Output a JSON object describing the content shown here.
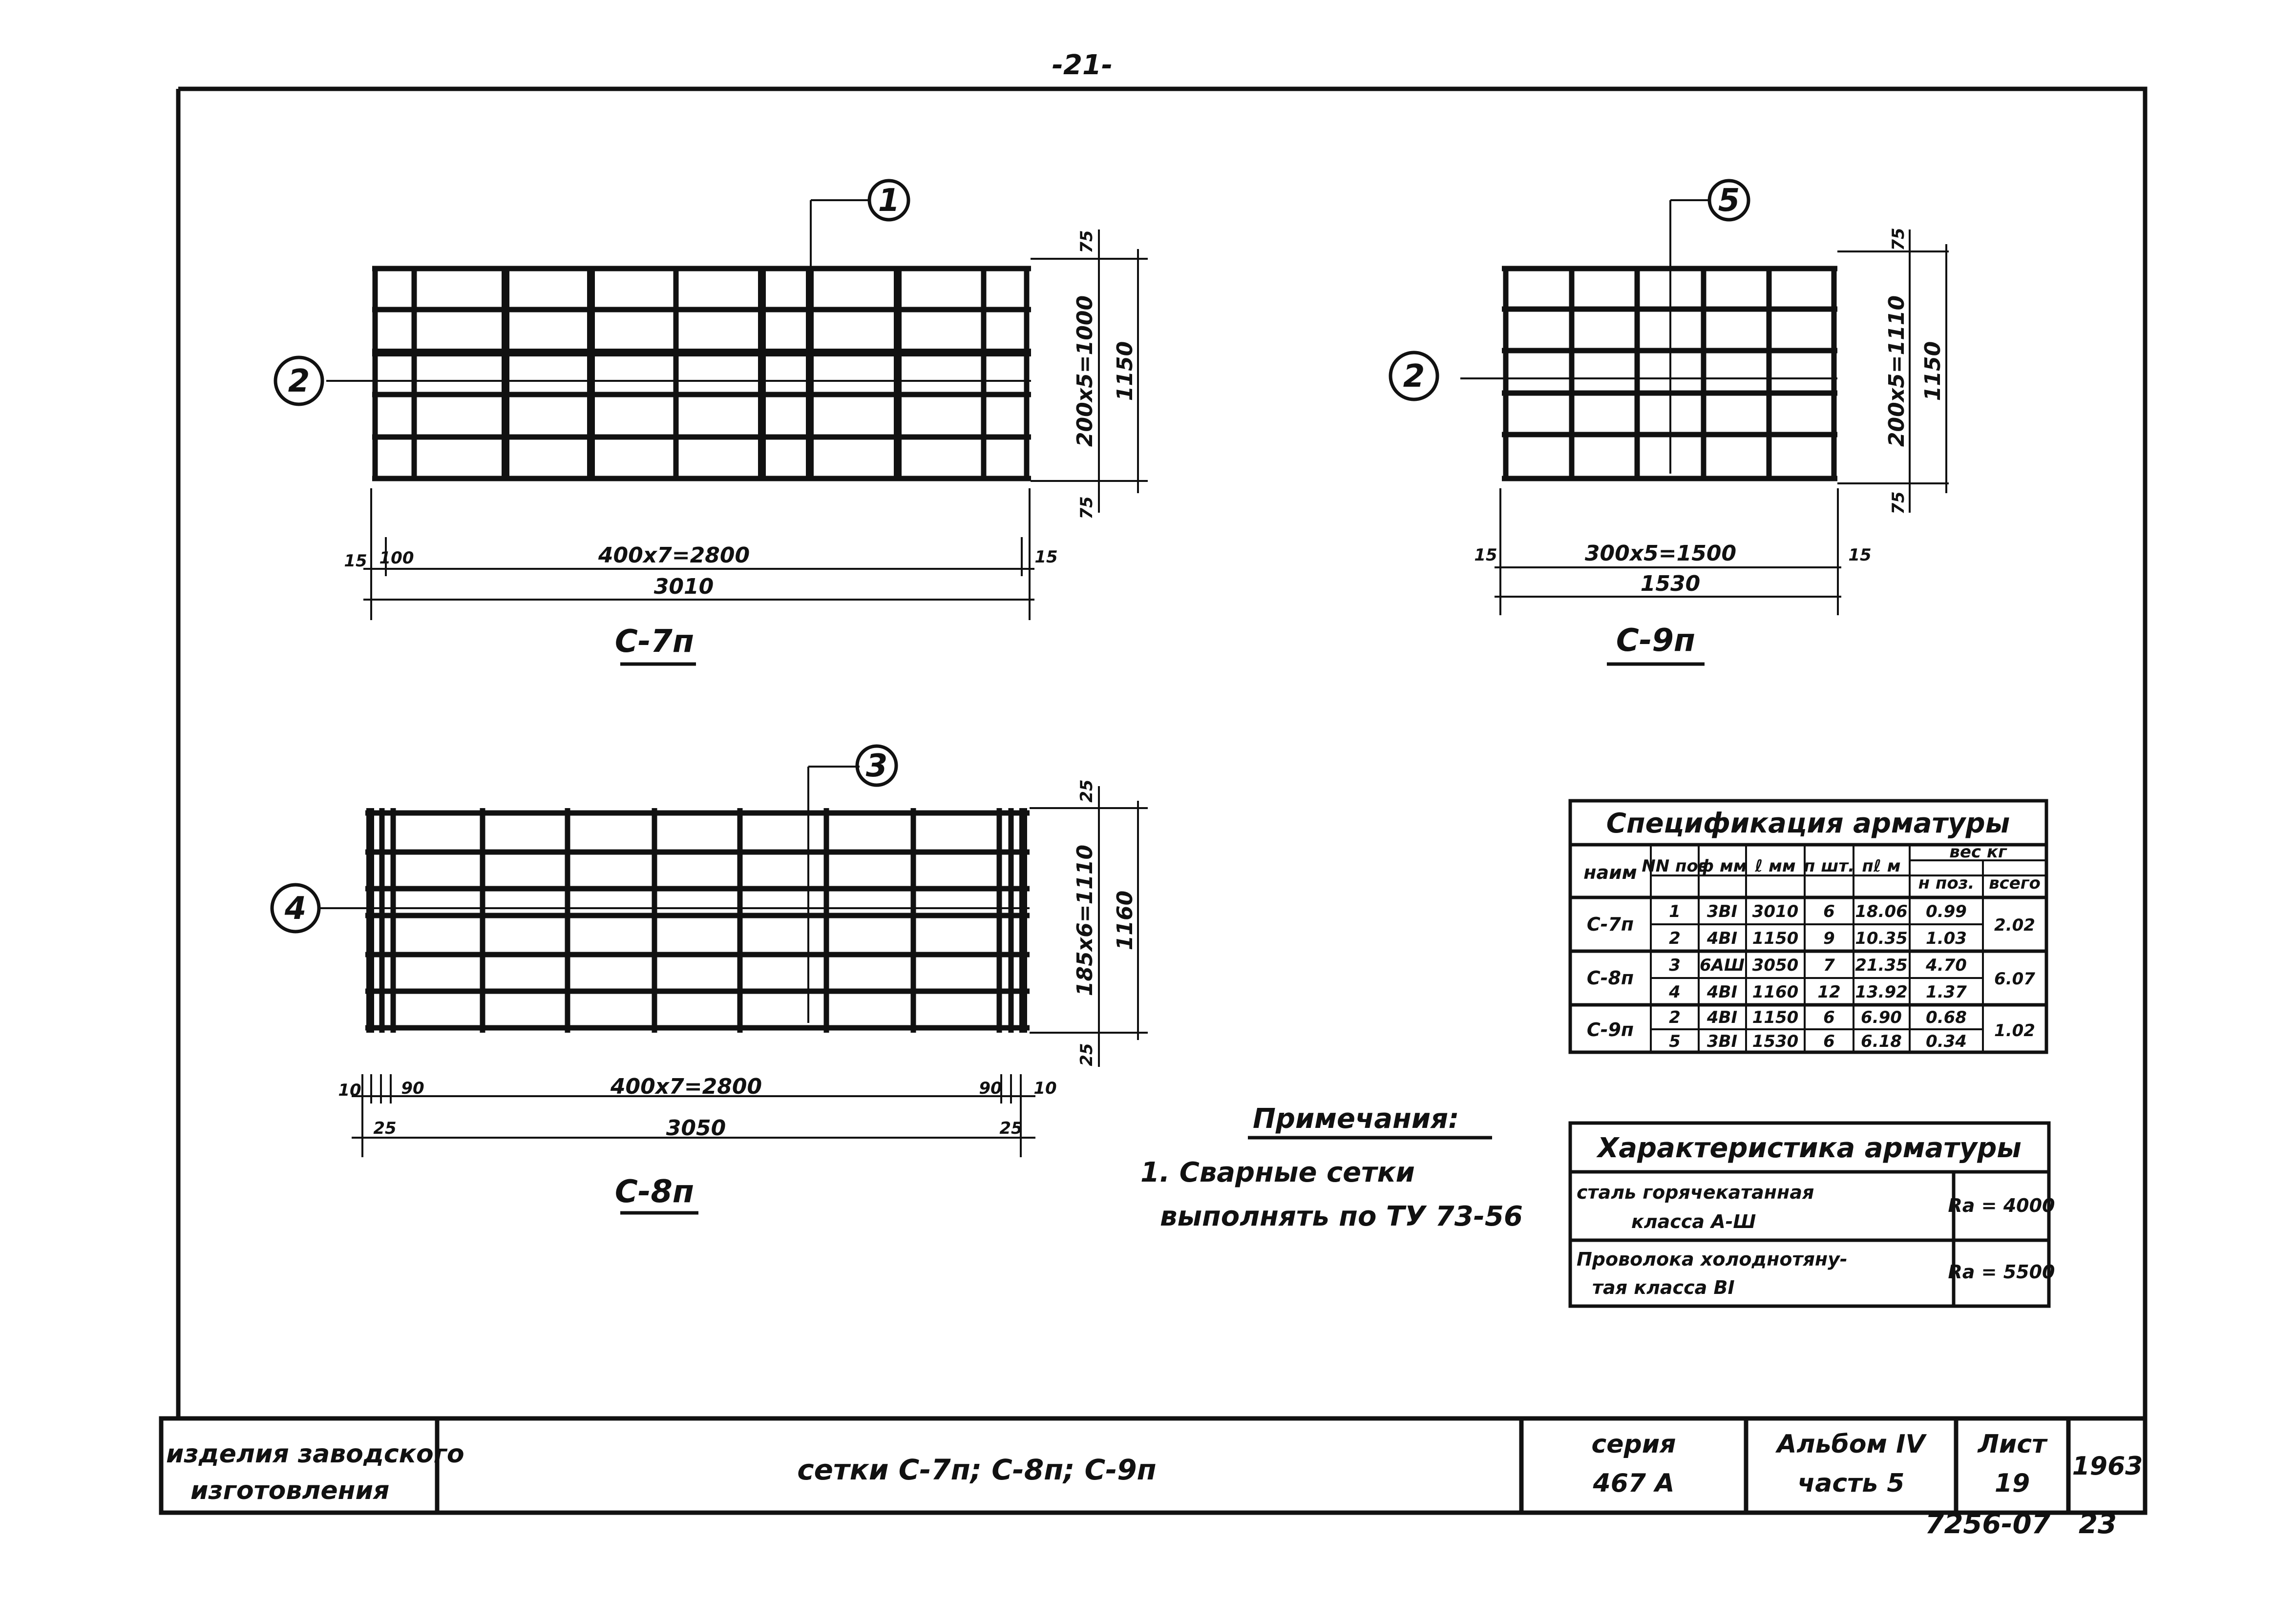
{
  "page": {
    "top_number": "-21-",
    "bottom_right_code": "7256-07",
    "bottom_right_index": "23"
  },
  "mesh_c7": {
    "name": "С-7п",
    "pos_callout_top": "1",
    "pos_callout_left": "2",
    "dim_span": "400х7=2800",
    "dim_total": "3010",
    "dim_left_edge": "15",
    "dim_left_step": "100",
    "dim_right_edge": "15",
    "dim_height_span": "200х5=1000",
    "dim_height_total": "1150",
    "dim_top_edge": "75",
    "dim_bottom_edge": "75"
  },
  "mesh_c9": {
    "name": "С-9п",
    "pos_callout_top": "5",
    "pos_callout_left": "2",
    "dim_span": "300х5=1500",
    "dim_total": "1530",
    "dim_left_edge": "15",
    "dim_right_edge": "15",
    "dim_height_span": "200х5=1110",
    "dim_height_total": "1150",
    "dim_top_edge": "75",
    "dim_bottom_edge": "75"
  },
  "mesh_c8": {
    "name": "С-8п",
    "pos_callout_top": "3",
    "pos_callout_left": "4",
    "dim_span": "400х7=2800",
    "dim_total": "3050",
    "dim_left_edge": "10",
    "dim_left_step": "90",
    "dim_left_first": "25",
    "dim_right_step": "90",
    "dim_right_edge": "10",
    "dim_right_first": "25",
    "dim_height_span": "185х6=1110",
    "dim_height_total": "1160",
    "dim_top_edge": "25",
    "dim_bottom_edge": "25"
  },
  "spec_table": {
    "title": "Спецификация арматуры",
    "headers": {
      "name": "наим",
      "pos": "NN поз",
      "dia": "ф мм",
      "len": "ℓ мм",
      "count": "п шт.",
      "total_len": "пℓ м",
      "weight": "вес кг",
      "weight_pos": "н поз.",
      "weight_total": "всего"
    },
    "groups": [
      {
        "name": "С-7п",
        "total": "2.02",
        "rows": [
          {
            "pos": "1",
            "dia": "3ВI",
            "len": "3010",
            "count": "6",
            "total_len": "18.06",
            "weight": "0.99"
          },
          {
            "pos": "2",
            "dia": "4ВI",
            "len": "1150",
            "count": "9",
            "total_len": "10.35",
            "weight": "1.03"
          }
        ]
      },
      {
        "name": "С-8п",
        "total": "6.07",
        "rows": [
          {
            "pos": "3",
            "dia": "6АШ",
            "len": "3050",
            "count": "7",
            "total_len": "21.35",
            "weight": "4.70"
          },
          {
            "pos": "4",
            "dia": "4ВI",
            "len": "1160",
            "count": "12",
            "total_len": "13.92",
            "weight": "1.37"
          }
        ]
      },
      {
        "name": "С-9п",
        "total": "1.02",
        "rows": [
          {
            "pos": "2",
            "dia": "4ВI",
            "len": "1150",
            "count": "6",
            "total_len": "6.90",
            "weight": "0.68"
          },
          {
            "pos": "5",
            "dia": "3ВI",
            "len": "1530",
            "count": "6",
            "total_len": "6.18",
            "weight": "0.34"
          }
        ]
      }
    ]
  },
  "char_table": {
    "title": "Характеристика арматуры",
    "row1_text_a": "сталь горячекатанная",
    "row1_text_b": "класса А-Ш",
    "row1_value": "Rа = 4000",
    "row2_text_a": "Проволока холоднотяну-",
    "row2_text_b": "тая класса ВI",
    "row2_value": "Rа = 5500"
  },
  "notes": {
    "title": "Примечания:",
    "line1": "1. Сварные сетки",
    "line2": "выполнять по ТУ 73-56"
  },
  "title_block": {
    "left_a": "изделия заводского",
    "left_b": "изготовления",
    "center": "сетки С-7п;  С-8п;  С-9п",
    "series_a": "серия",
    "series_b": "467 А",
    "album_a": "Альбом IV",
    "album_b": "часть 5",
    "sheet_a": "Лист",
    "sheet_b": "19",
    "year": "1963"
  }
}
